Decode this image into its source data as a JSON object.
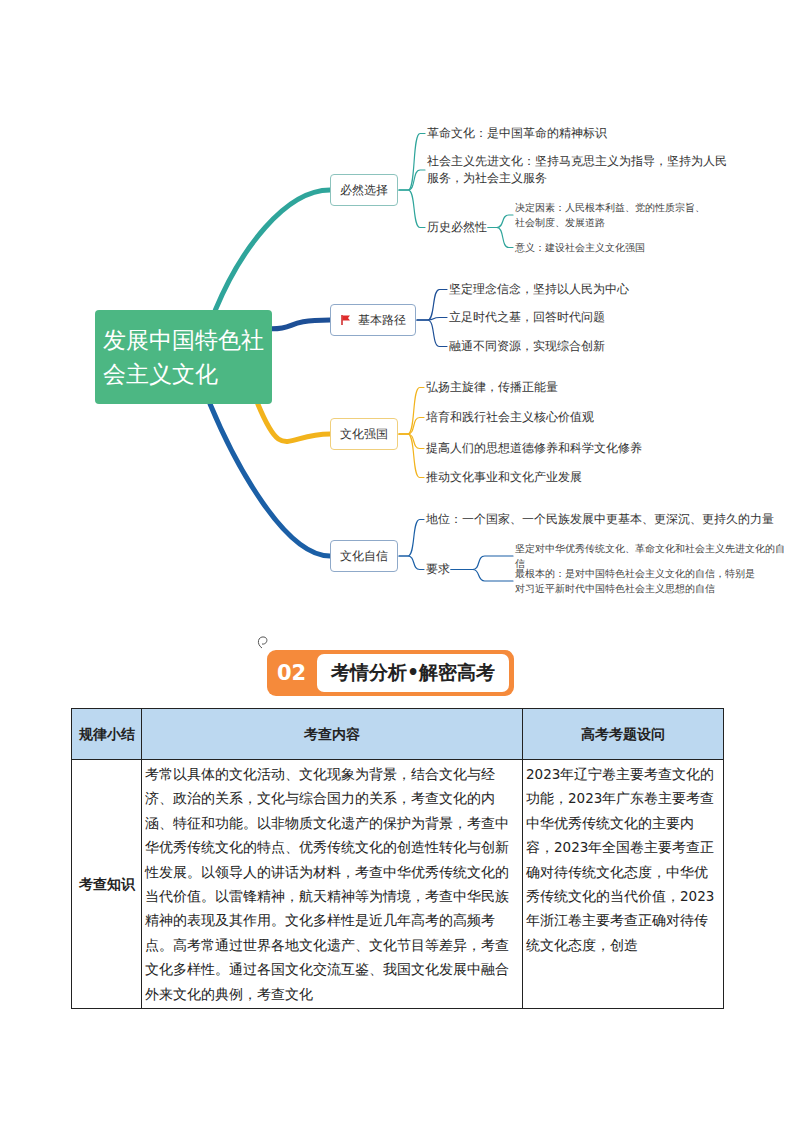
{
  "diagram": {
    "nodes": [
      {
        "text": [
          "发展中国特色社会主义文化"
        ]
      },
      {
        "text": [
          "必然选择"
        ]
      },
      {
        "text": [
          "革命文化：是中国革命的精神标识"
        ]
      },
      {
        "text": [
          "社会主义先进文化：坚持马克思主义为指导，坚持为人民服务，为社会主义服务"
        ]
      },
      {
        "text": [
          "历史必然性"
        ]
      },
      {
        "text": [
          "决定因素：人民根本利益、党的性质宗旨、社会制度、发展道路"
        ]
      },
      {
        "text": [
          "意义：建设社会主义文化强国"
        ]
      },
      {
        "text": [
          "基本路径"
        ]
      },
      {
        "text": [
          "坚定理念信念，坚持以人民为中心"
        ]
      },
      {
        "text": [
          "立足时代之基，回答时代问题"
        ]
      },
      {
        "text": [
          "融通不同资源，实现综合创新"
        ]
      },
      {
        "text": [
          "文化强国"
        ]
      },
      {
        "text": [
          "弘扬主旋律，传播正能量"
        ]
      },
      {
        "text": [
          "培育和践行社会主义核心价值观"
        ]
      },
      {
        "text": [
          "提高人们的思想道德修养和科学文化修养"
        ]
      },
      {
        "text": [
          "推动文化事业和文化产业发展"
        ]
      },
      {
        "text": [
          "文化自信"
        ]
      },
      {
        "text": [
          "地位：一个国家、一个民族发展中更基本、更深沉、更持久的力量"
        ]
      },
      {
        "text": [
          "要求"
        ]
      },
      {
        "text": [
          "坚定对中华优秀传统文化、革命文化和社会主义先进文化的自信"
        ]
      },
      {
        "text": [
          "最根本的：是对中国特色社会主义文化的自信，特别是对习近平新时代中国特色社会主义思想的自信"
        ]
      },
      {
        "text": [
          "02",
          "考情分析•解密高考"
        ]
      }
    ],
    "edges": [
      {
        "from": 0,
        "to": 1,
        "arrow": "none"
      },
      {
        "from": 0,
        "to": 7,
        "arrow": "none"
      },
      {
        "from": 0,
        "to": 11,
        "arrow": "none"
      },
      {
        "from": 0,
        "to": 16,
        "arrow": "none"
      },
      {
        "from": 1,
        "to": 2,
        "arrow": "none"
      },
      {
        "from": 1,
        "to": 3,
        "arrow": "none"
      },
      {
        "from": 1,
        "to": 4,
        "arrow": "none"
      },
      {
        "from": 4,
        "to": 5,
        "arrow": "none"
      },
      {
        "from": 4,
        "to": 6,
        "arrow": "none"
      },
      {
        "from": 7,
        "to": 8,
        "arrow": "none"
      },
      {
        "from": 7,
        "to": 9,
        "arrow": "none"
      },
      {
        "from": 7,
        "to": 10,
        "arrow": "none"
      },
      {
        "from": 11,
        "to": 12,
        "arrow": "none"
      },
      {
        "from": 11,
        "to": 13,
        "arrow": "none"
      },
      {
        "from": 11,
        "to": 14,
        "arrow": "none"
      },
      {
        "from": 11,
        "to": 15,
        "arrow": "none"
      },
      {
        "from": 16,
        "to": 17,
        "arrow": "none"
      },
      {
        "from": 16,
        "to": 18,
        "arrow": "none"
      },
      {
        "from": 18,
        "to": 19,
        "arrow": "none"
      },
      {
        "from": 18,
        "to": 20,
        "arrow": "none"
      }
    ],
    "labels": [
      "规律小结",
      "考查内容",
      "高考考题设问",
      "考查知识",
      "考常以具体的文化活动、文化现象为背景，结合文化与经济、政治的关系，文化与综合国力的关系，考查文化的内涵、特征和功能。以非物质文化遗产的保护为背景，考查中华优秀传统文化的特点、优秀传统文化的创造性转化与创新性发展。以领导人的讲话为材料，考查中华优秀传统文化的当代价值。以雷锋精神，航天精神等为情境，考查中华民族精神的表现及其作用。文化多样性是近几年高考的高频考点。高考常通过世界各地文化遗产、文化节目等差异，考查文化多样性。通过各国文化交流互鉴、我国文化发展中融合外来文化的典例，考查文化",
      "2023年辽宁卷主要考查文化的功能，2023年广东卷主要考查中华优秀传统文化的主要内容，2023年全国卷主要考查正确对待传统文化态度，中华优秀传统文化的当代价值，2023年浙江卷主要考查正确对待传统文化态度，创造"
    ]
  }
}
